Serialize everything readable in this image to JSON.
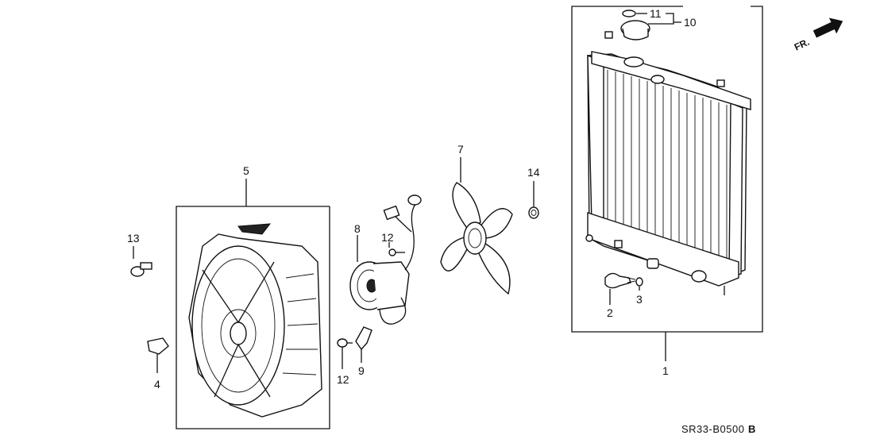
{
  "diagram_code": "SR33-B0500",
  "diagram_code_suffix": "B",
  "direction_label": "FR.",
  "callouts": {
    "radiator": "1",
    "drain_plug": "2",
    "washer": "3",
    "clip": "4",
    "shroud": "5",
    "fan": "7",
    "motor": "8",
    "bracket": "9",
    "cap": "10",
    "cap_seal": "11",
    "screw_upper": "12",
    "screw_lower": "12",
    "bolt": "13",
    "nut": "14"
  },
  "icons": [
    "direction-arrow-icon"
  ]
}
